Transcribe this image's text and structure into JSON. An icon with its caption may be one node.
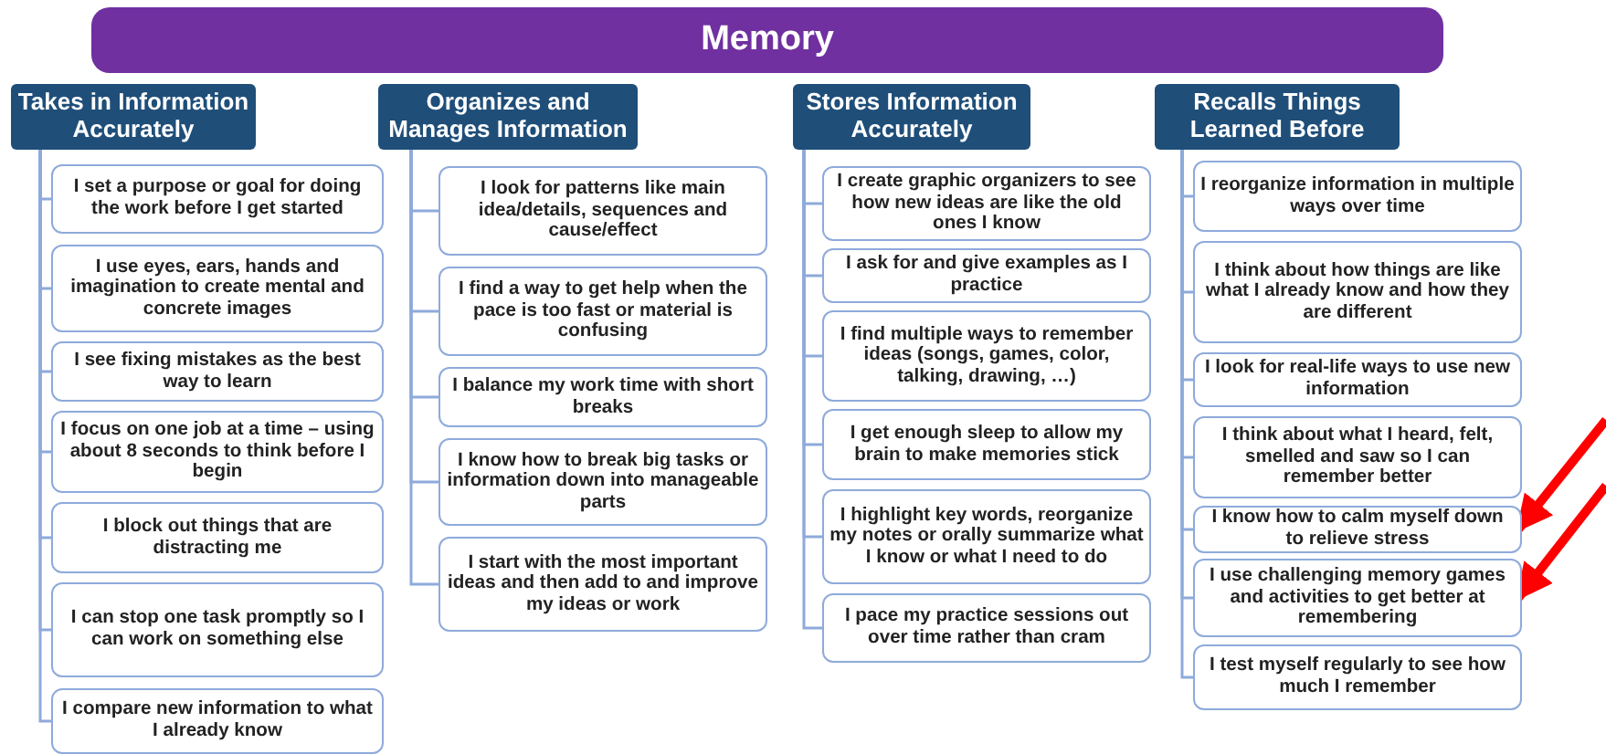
{
  "diagram": {
    "nodes": [
      {
        "text": [
          "Memory"
        ]
      },
      {
        "text": [
          "Takes in Information Accurately"
        ]
      },
      {
        "text": [
          "I set a purpose or goal for doing the work before I get started"
        ]
      },
      {
        "text": [
          "I use eyes, ears, hands and imagination to create mental and concrete images"
        ]
      },
      {
        "text": [
          "I see fixing mistakes as the best way to learn"
        ]
      },
      {
        "text": [
          "I focus on one job at a time – using about 8 seconds to think before I begin"
        ]
      },
      {
        "text": [
          "I block out things that are distracting me"
        ]
      },
      {
        "text": [
          "I can stop one task promptly so I can work on something else"
        ]
      },
      {
        "text": [
          "I compare new information to what I already know"
        ]
      },
      {
        "text": [
          "Organizes and Manages Information"
        ]
      },
      {
        "text": [
          "I look for patterns like main idea/details, sequences and cause/effect"
        ]
      },
      {
        "text": [
          "I find a way to get help when the pace is too fast or material is confusing"
        ]
      },
      {
        "text": [
          "I balance my work time with short breaks"
        ]
      },
      {
        "text": [
          "I know how to break big tasks or information down into manageable parts"
        ]
      },
      {
        "text": [
          "I start with the most important ideas and then add to and improve my ideas or work"
        ]
      },
      {
        "text": [
          "Stores Information Accurately"
        ]
      },
      {
        "text": [
          "I create graphic organizers to see how new ideas are like the old ones I know"
        ]
      },
      {
        "text": [
          "I ask for and give examples as I practice"
        ]
      },
      {
        "text": [
          "I find multiple ways to remember ideas  (songs, games, color, talking, drawing, …)"
        ]
      },
      {
        "text": [
          "I get enough sleep to allow my brain to make memories stick"
        ]
      },
      {
        "text": [
          "I highlight key words, reorganize my notes or orally summarize what I know or what I need to do"
        ]
      },
      {
        "text": [
          "I pace my practice sessions out over time rather than cram"
        ]
      },
      {
        "text": [
          "Recalls Things Learned Before"
        ]
      },
      {
        "text": [
          "I reorganize information in multiple ways over time"
        ]
      },
      {
        "text": [
          "I think about how things are like what I already know and how they are different"
        ]
      },
      {
        "text": [
          "I look for real-life ways to use new information"
        ]
      },
      {
        "text": [
          "I think about what I heard, felt, smelled and saw so I can remember better"
        ]
      },
      {
        "text": [
          "I know how to calm myself down to relieve stress"
        ]
      },
      {
        "text": [
          "I use challenging memory games and activities to get better at remembering"
        ]
      },
      {
        "text": [
          "I  test myself regularly to see how much I remember"
        ]
      }
    ],
    "edges": [
      {
        "from": 1,
        "to": 2,
        "arrow": "none"
      },
      {
        "from": 1,
        "to": 3,
        "arrow": "none"
      },
      {
        "from": 1,
        "to": 4,
        "arrow": "none"
      },
      {
        "from": 1,
        "to": 5,
        "arrow": "none"
      },
      {
        "from": 1,
        "to": 6,
        "arrow": "none"
      },
      {
        "from": 1,
        "to": 7,
        "arrow": "none"
      },
      {
        "from": 1,
        "to": 8,
        "arrow": "none"
      },
      {
        "from": 9,
        "to": 10,
        "arrow": "none"
      },
      {
        "from": 9,
        "to": 11,
        "arrow": "none"
      },
      {
        "from": 9,
        "to": 12,
        "arrow": "none"
      },
      {
        "from": 9,
        "to": 13,
        "arrow": "none"
      },
      {
        "from": 9,
        "to": 14,
        "arrow": "none"
      },
      {
        "from": 15,
        "to": 16,
        "arrow": "none"
      },
      {
        "from": 15,
        "to": 17,
        "arrow": "none"
      },
      {
        "from": 15,
        "to": 18,
        "arrow": "none"
      },
      {
        "from": 15,
        "to": 19,
        "arrow": "none"
      },
      {
        "from": 15,
        "to": 20,
        "arrow": "none"
      },
      {
        "from": 15,
        "to": 21,
        "arrow": "none"
      },
      {
        "from": 22,
        "to": 23,
        "arrow": "none"
      },
      {
        "from": 22,
        "to": 24,
        "arrow": "none"
      },
      {
        "from": 22,
        "to": 25,
        "arrow": "none"
      },
      {
        "from": 22,
        "to": 26,
        "arrow": "none"
      },
      {
        "from": 22,
        "to": 27,
        "arrow": "none"
      },
      {
        "from": 22,
        "to": 28,
        "arrow": "none"
      },
      {
        "from": 22,
        "to": 29,
        "arrow": "none"
      },
      {
        "from": null,
        "to": 27,
        "arrow": "to",
        "style": "thick",
        "color": "#ff0000"
      },
      {
        "from": null,
        "to": 28,
        "arrow": "to",
        "style": "thick",
        "color": "#ff0000"
      }
    ]
  }
}
